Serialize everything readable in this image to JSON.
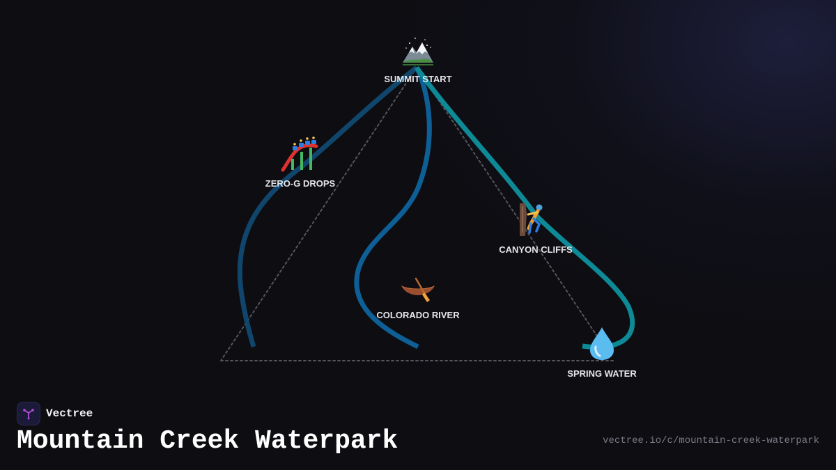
{
  "brand": {
    "name": "Vectree",
    "logo_icon": "vectree-tree-icon",
    "logo_color": "#b44fd9"
  },
  "page": {
    "title": "Mountain Creek Waterpark",
    "url": "vectree.io/c/mountain-creek-waterpark"
  },
  "colors": {
    "background": "#0d0d12",
    "path_teal": "#0d8a96",
    "path_blue": "#0e5f96",
    "path_navy": "#124a72",
    "guide_line": "#55555c",
    "label": "#e6e6ea"
  },
  "diagram": {
    "nodes": [
      {
        "id": "summit",
        "label": "SUMMIT START",
        "icon": "snow-capped-mountain-icon"
      },
      {
        "id": "zero-g",
        "label": "ZERO-G DROPS",
        "icon": "roller-coaster-icon"
      },
      {
        "id": "canyon",
        "label": "CANYON CLIFFS",
        "icon": "rock-climber-icon"
      },
      {
        "id": "river",
        "label": "COLORADO RIVER",
        "icon": "canoe-icon"
      },
      {
        "id": "spring",
        "label": "SPRING WATER",
        "icon": "droplet-icon"
      }
    ]
  }
}
